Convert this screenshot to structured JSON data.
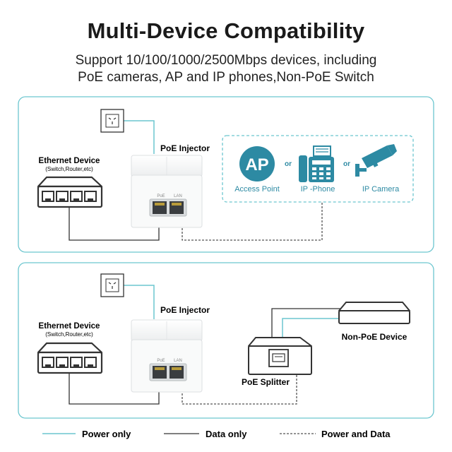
{
  "header": {
    "title": "Multi-Device Compatibility",
    "subtitle_line1": "Support 10/100/1000/2500Mbps devices, including",
    "subtitle_line2": "PoE cameras, AP and IP phones,Non-PoE Switch"
  },
  "panel1": {
    "ethernet_title": "Ethernet Device",
    "ethernet_sub": "(Switch,Router,etc)",
    "injector_label": "PoE Injector",
    "port_poe": "PoE",
    "port_lan": "LAN",
    "ap_icon_text": "AP",
    "or1": "or",
    "or2": "or",
    "ap_label": "Access Point",
    "phone_label": "IP -Phone",
    "camera_label": "IP Camera"
  },
  "panel2": {
    "ethernet_title": "Ethernet Device",
    "ethernet_sub": "(Switch,Router,etc)",
    "injector_label": "PoE Injector",
    "port_poe": "PoE",
    "port_lan": "LAN",
    "nonpoe_label": "Non-PoE Device",
    "splitter_label": "PoE Splitter"
  },
  "legend": {
    "power_only": "Power only",
    "data_only": "Data only",
    "power_data": "Power and Data"
  },
  "colors": {
    "teal": "#6cc6cf",
    "ap_blue": "#2d8aa3",
    "dark": "#333333"
  }
}
